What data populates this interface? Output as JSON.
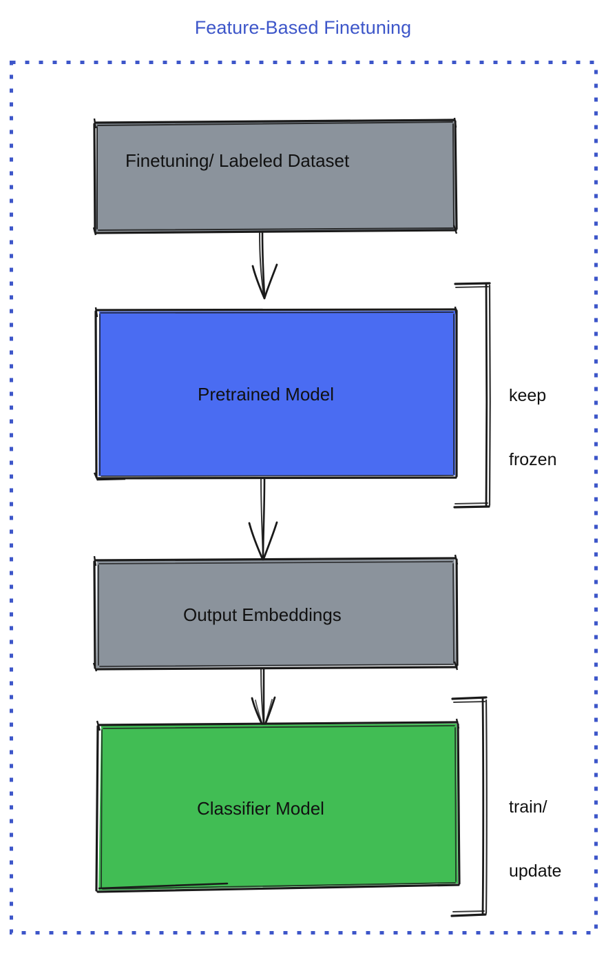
{
  "title": "Feature-Based Finetuning",
  "colors": {
    "title": "#3d56c9",
    "frame_dashed_border": "#3d56c9",
    "node_gray": "#8b939c",
    "node_blue": "#4a6cf2",
    "node_green": "#41bd54",
    "stroke": "#1a1a1a",
    "text": "#111111",
    "background": "#ffffff"
  },
  "frame": {
    "name": "feature-based-finetuning-group",
    "border_style": "dashed"
  },
  "nodes": [
    {
      "id": "dataset",
      "label": "Finetuning/ Labeled Dataset",
      "fill": "#8b939c",
      "shape": "rectangle"
    },
    {
      "id": "pretrained-model",
      "label": "Pretrained Model",
      "fill": "#4a6cf2",
      "shape": "rectangle"
    },
    {
      "id": "output-embeddings",
      "label": "Output Embeddings",
      "fill": "#8b939c",
      "shape": "rectangle"
    },
    {
      "id": "classifier-model",
      "label": "Classifier Model",
      "fill": "#41bd54",
      "shape": "rectangle"
    }
  ],
  "edges": [
    {
      "id": "dataset-to-pretrained",
      "from": "dataset",
      "to": "pretrained-model",
      "style": "arrow-down"
    },
    {
      "id": "pretrained-to-embeddings",
      "from": "pretrained-model",
      "to": "output-embeddings",
      "style": "arrow-down"
    },
    {
      "id": "embeddings-to-classifier",
      "from": "output-embeddings",
      "to": "classifier-model",
      "style": "arrow-down"
    }
  ],
  "annotations": [
    {
      "id": "keep-frozen",
      "line1": "keep",
      "line2": "frozen",
      "text": "keep\nfrozen",
      "targets": "pretrained-model",
      "decoration": "bracket"
    },
    {
      "id": "train-update",
      "line1": "train/",
      "line2": "update",
      "text": "train/\nupdate",
      "targets": "classifier-model",
      "decoration": "bracket"
    }
  ]
}
